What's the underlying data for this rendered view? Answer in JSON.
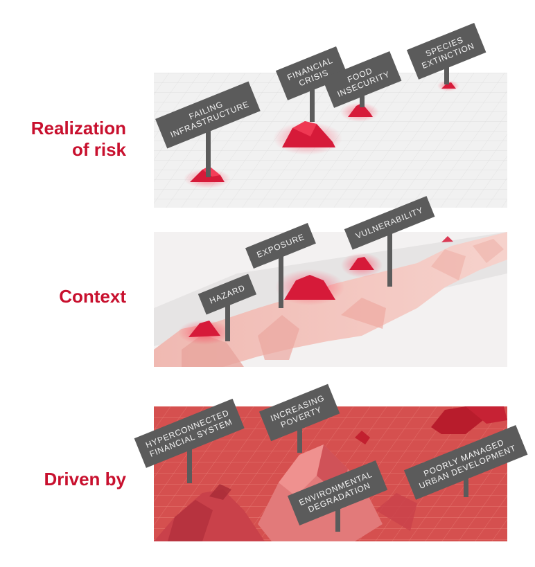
{
  "rows": [
    {
      "id": "risk",
      "label_lines": [
        "Realization",
        "of risk"
      ],
      "signs": [
        {
          "id": "failing-infrastructure",
          "lines": [
            "FAILING",
            "INFRASTRUCTURE"
          ]
        },
        {
          "id": "financial-crisis",
          "lines": [
            "FINANCIAL",
            "CRISIS"
          ]
        },
        {
          "id": "food-insecurity",
          "lines": [
            "FOOD",
            "INSECURITY"
          ]
        },
        {
          "id": "species-extinction",
          "lines": [
            "SPECIES",
            "EXTINCTION"
          ]
        }
      ]
    },
    {
      "id": "context",
      "label_lines": [
        "Context"
      ],
      "signs": [
        {
          "id": "hazard",
          "lines": [
            "HAZARD"
          ]
        },
        {
          "id": "exposure",
          "lines": [
            "EXPOSURE"
          ]
        },
        {
          "id": "vulnerability",
          "lines": [
            "VULNERABILITY"
          ]
        }
      ]
    },
    {
      "id": "drivers",
      "label_lines": [
        "Driven by"
      ],
      "signs": [
        {
          "id": "hyperconnected-financial-system",
          "lines": [
            "HYPERCONNECTED",
            "FINANCIAL SYSTEM"
          ]
        },
        {
          "id": "increasing-poverty",
          "lines": [
            "INCREASING",
            "POVERTY"
          ]
        },
        {
          "id": "environmental-degradation",
          "lines": [
            "ENVIRONMENTAL",
            "DEGRADATION"
          ]
        },
        {
          "id": "poorly-managed-urban-development",
          "lines": [
            "POORLY MANAGED",
            "URBAN DEVELOPMENT"
          ]
        }
      ]
    }
  ],
  "colors": {
    "label_red": "#c8102e",
    "sign_gray": "#5b5b5b",
    "peak_red": "#e0203c",
    "base_red": "#d5504f"
  }
}
